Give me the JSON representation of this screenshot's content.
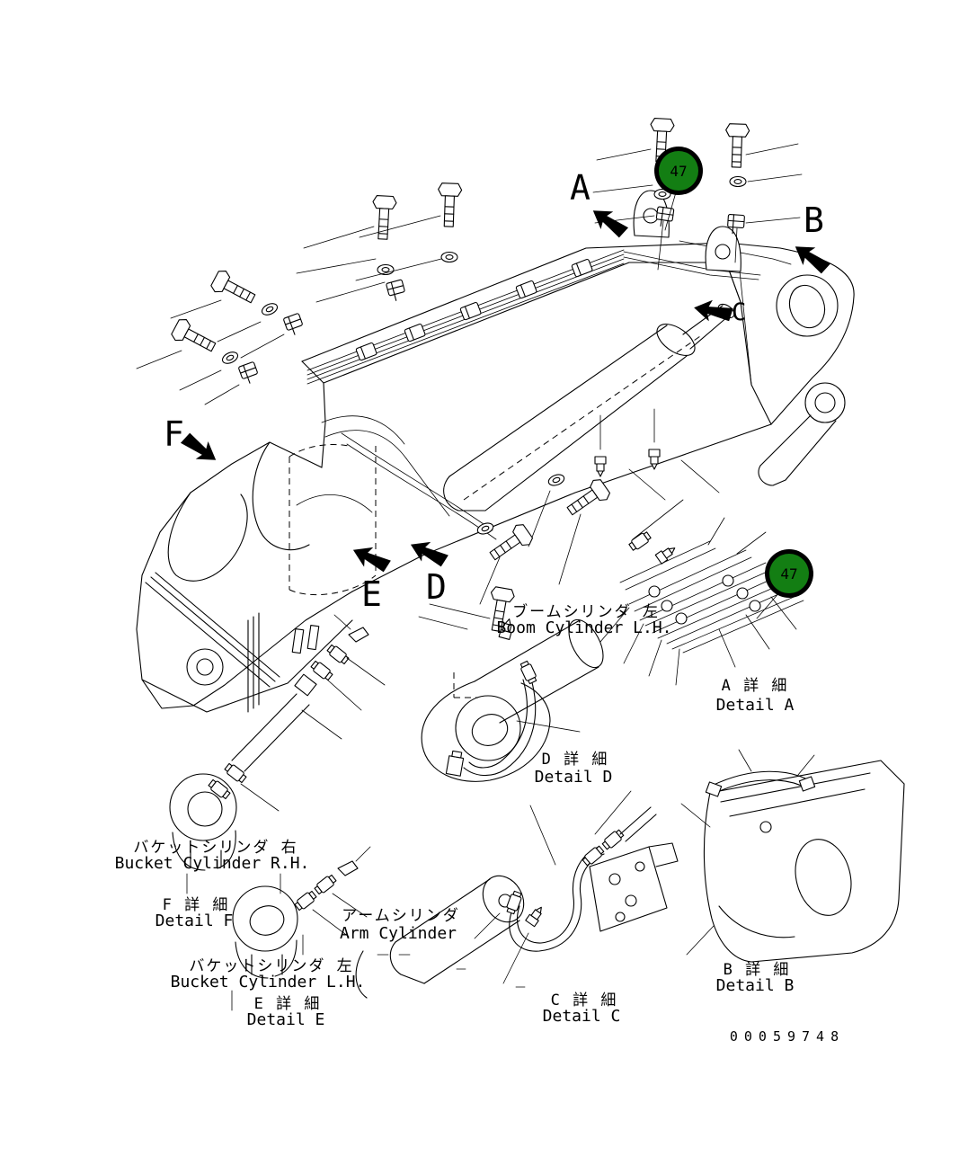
{
  "figure": {
    "part_number": "00059748",
    "background_color": "#ffffff",
    "line_color": "#000000"
  },
  "balloons": {
    "number": "47",
    "fill_color": "#137e13",
    "ring_color": "#000000",
    "text_color": "#ffffff"
  },
  "callouts": {
    "a": "A",
    "b": "B",
    "c": "C",
    "d": "D",
    "e": "E",
    "f": "F"
  },
  "components": {
    "boom_cylinder": {
      "jp": "ブームシリンダ 左",
      "en": "Boom Cylinder L.H."
    },
    "bucket_cylinder_rh": {
      "jp": "バケットシリンダ 右",
      "en": "Bucket Cylinder R.H."
    },
    "bucket_cylinder_lh": {
      "jp": "バケットシリンダ 左",
      "en": "Bucket Cylinder L.H."
    },
    "arm_cylinder": {
      "jp": "アームシリンダ",
      "en": "Arm Cylinder"
    }
  },
  "details": {
    "a": {
      "jp": "A 詳 細",
      "en": "Detail A"
    },
    "b": {
      "jp": "B 詳 細",
      "en": "Detail B"
    },
    "c": {
      "jp": "C 詳 細",
      "en": "Detail C"
    },
    "d": {
      "jp": "D 詳 細",
      "en": "Detail D"
    },
    "e": {
      "jp": "E 詳 細",
      "en": "Detail E"
    },
    "f": {
      "jp": "F 詳 細",
      "en": "Detail F"
    }
  }
}
